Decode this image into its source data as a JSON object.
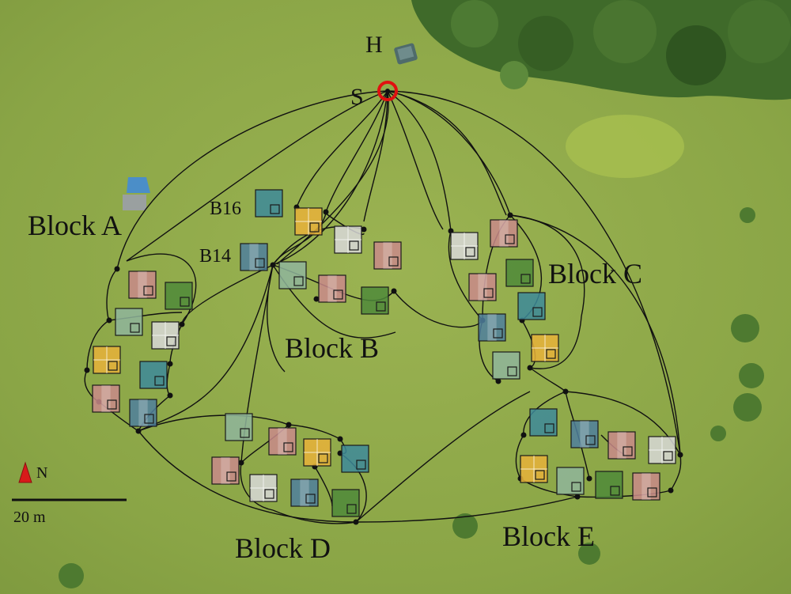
{
  "labels": {
    "hut": "H",
    "start": "S",
    "b16": "B16",
    "b14": "B14",
    "north": "N",
    "scale": "20 m"
  },
  "blocks": [
    {
      "id": "A",
      "label": "Block A"
    },
    {
      "id": "B",
      "label": "Block B"
    },
    {
      "id": "C",
      "label": "Block C"
    },
    {
      "id": "D",
      "label": "Block D"
    },
    {
      "id": "E",
      "label": "Block E"
    }
  ],
  "colors": {
    "grass": "#8fa84a",
    "forest": "#3f6a2a",
    "route": "#111111",
    "start_marker": "#e01010",
    "north_arrow": "#d81a1a",
    "plot_teal": "#3d8a9a",
    "plot_yellow": "#e8b23a",
    "plot_white": "#d8d8d8",
    "plot_pink": "#c98a8a",
    "plot_green": "#4f8a3a",
    "plot_sage": "#8fb59b",
    "plot_blue": "#4f7f9e"
  },
  "icons": [
    "start-ring-icon",
    "north-arrow-icon",
    "hut-icon",
    "tent-icon"
  ]
}
